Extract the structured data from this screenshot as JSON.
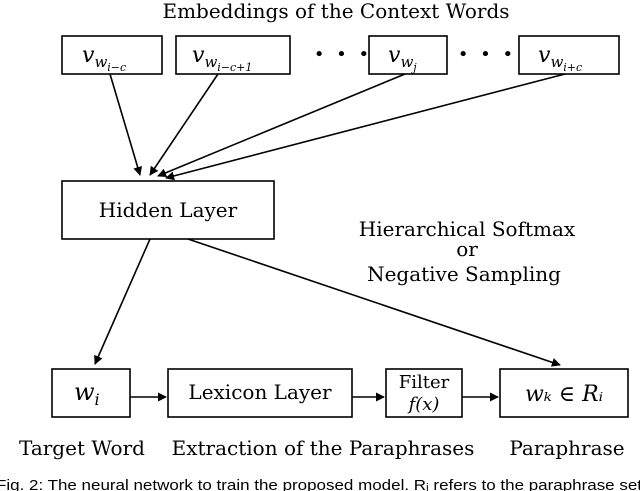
{
  "diagram": {
    "title": "Embeddings of the Context Words",
    "context_vectors": {
      "v1": {
        "base": "v",
        "sub": "w",
        "subsub": "i−c"
      },
      "v2": {
        "base": "v",
        "sub": "w",
        "subsub": "i−c+1"
      },
      "v3": {
        "base": "v",
        "sub": "w",
        "subsub": "j"
      },
      "v4": {
        "base": "v",
        "sub": "w",
        "subsub": "i+c"
      },
      "ellipsis": "• • •"
    },
    "hidden_layer": "Hidden Layer",
    "objective": {
      "line1": "Hierarchical Softmax",
      "line2": "or",
      "line3": "Negative Sampling"
    },
    "target_box": {
      "base": "w",
      "sub": "i"
    },
    "lexicon_layer": "Lexicon Layer",
    "filter": {
      "line1": "Filter",
      "line2": "f(x)"
    },
    "paraphrase_box": "wₖ ∈ Rᵢ",
    "bottom_labels": {
      "target_word": "Target Word",
      "extraction": "Extraction of the Paraphrases",
      "paraphrase": "Paraphrase"
    },
    "caption": "Fig. 2: The neural network to train the proposed model. Rᵢ refers to the paraphrase set"
  }
}
